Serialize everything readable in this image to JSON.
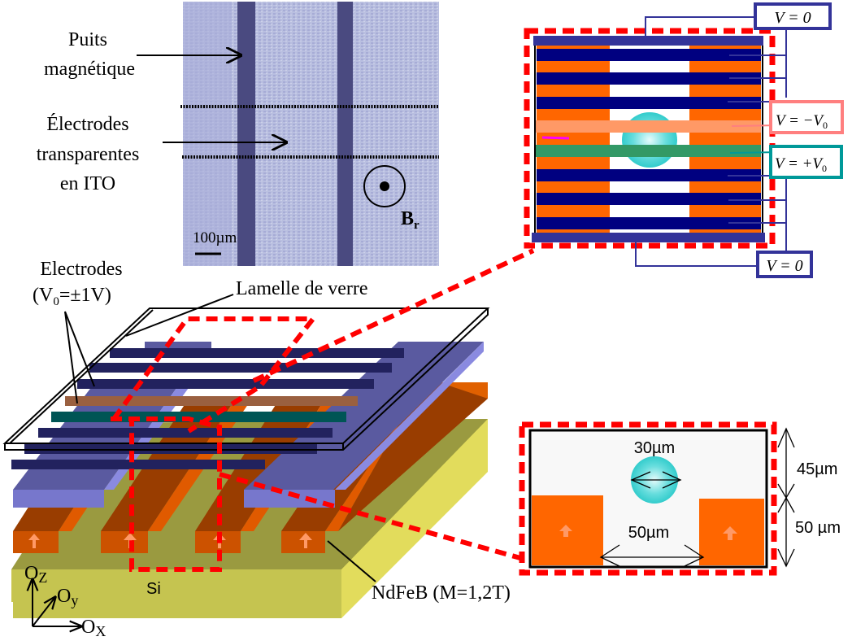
{
  "micrograph": {
    "label_wells_line1": "Puits",
    "label_wells_line2": "magnétique",
    "label_electrodes_line1": "Électrodes",
    "label_electrodes_line2": "transparentes",
    "label_electrodes_line3": "en ITO",
    "scale_bar": "100µm",
    "field_symbol": "B",
    "field_subscript": "r"
  },
  "schematic_top": {
    "voltage_top": "V = 0",
    "voltage_neg": "V = −V",
    "voltage_neg_sub": "0",
    "voltage_pos": "V = +V",
    "voltage_pos_sub": "0",
    "voltage_bottom": "V = 0",
    "colors": {
      "ground_electrode": "#000080",
      "bus_bar": "#333399",
      "neg_electrode": "#ff9966",
      "pos_electrode": "#339966",
      "magnet": "#ff6600",
      "neg_box": "#ff7f7f",
      "pos_box": "#009999",
      "zoom_frame": "#ff0000"
    }
  },
  "schematic_3d": {
    "label_electrodes_line1": "Electrodes",
    "label_electrodes_line2_pre": "(V",
    "label_electrodes_line2_sub": "0",
    "label_electrodes_line2_post": "=±1V)",
    "label_glass": "Lamelle de verre",
    "label_substrate": "Si",
    "label_magnet": "NdFeB (M=1,2T)",
    "axis_z": "O",
    "axis_z_sub": "Z",
    "axis_y": "O",
    "axis_y_sub": "y",
    "axis_x": "O",
    "axis_x_sub": "X"
  },
  "cross_section": {
    "bead_diameter": "30µm",
    "height_upper": "45µm",
    "height_lower": "50 µm",
    "gap_width": "50µm"
  }
}
